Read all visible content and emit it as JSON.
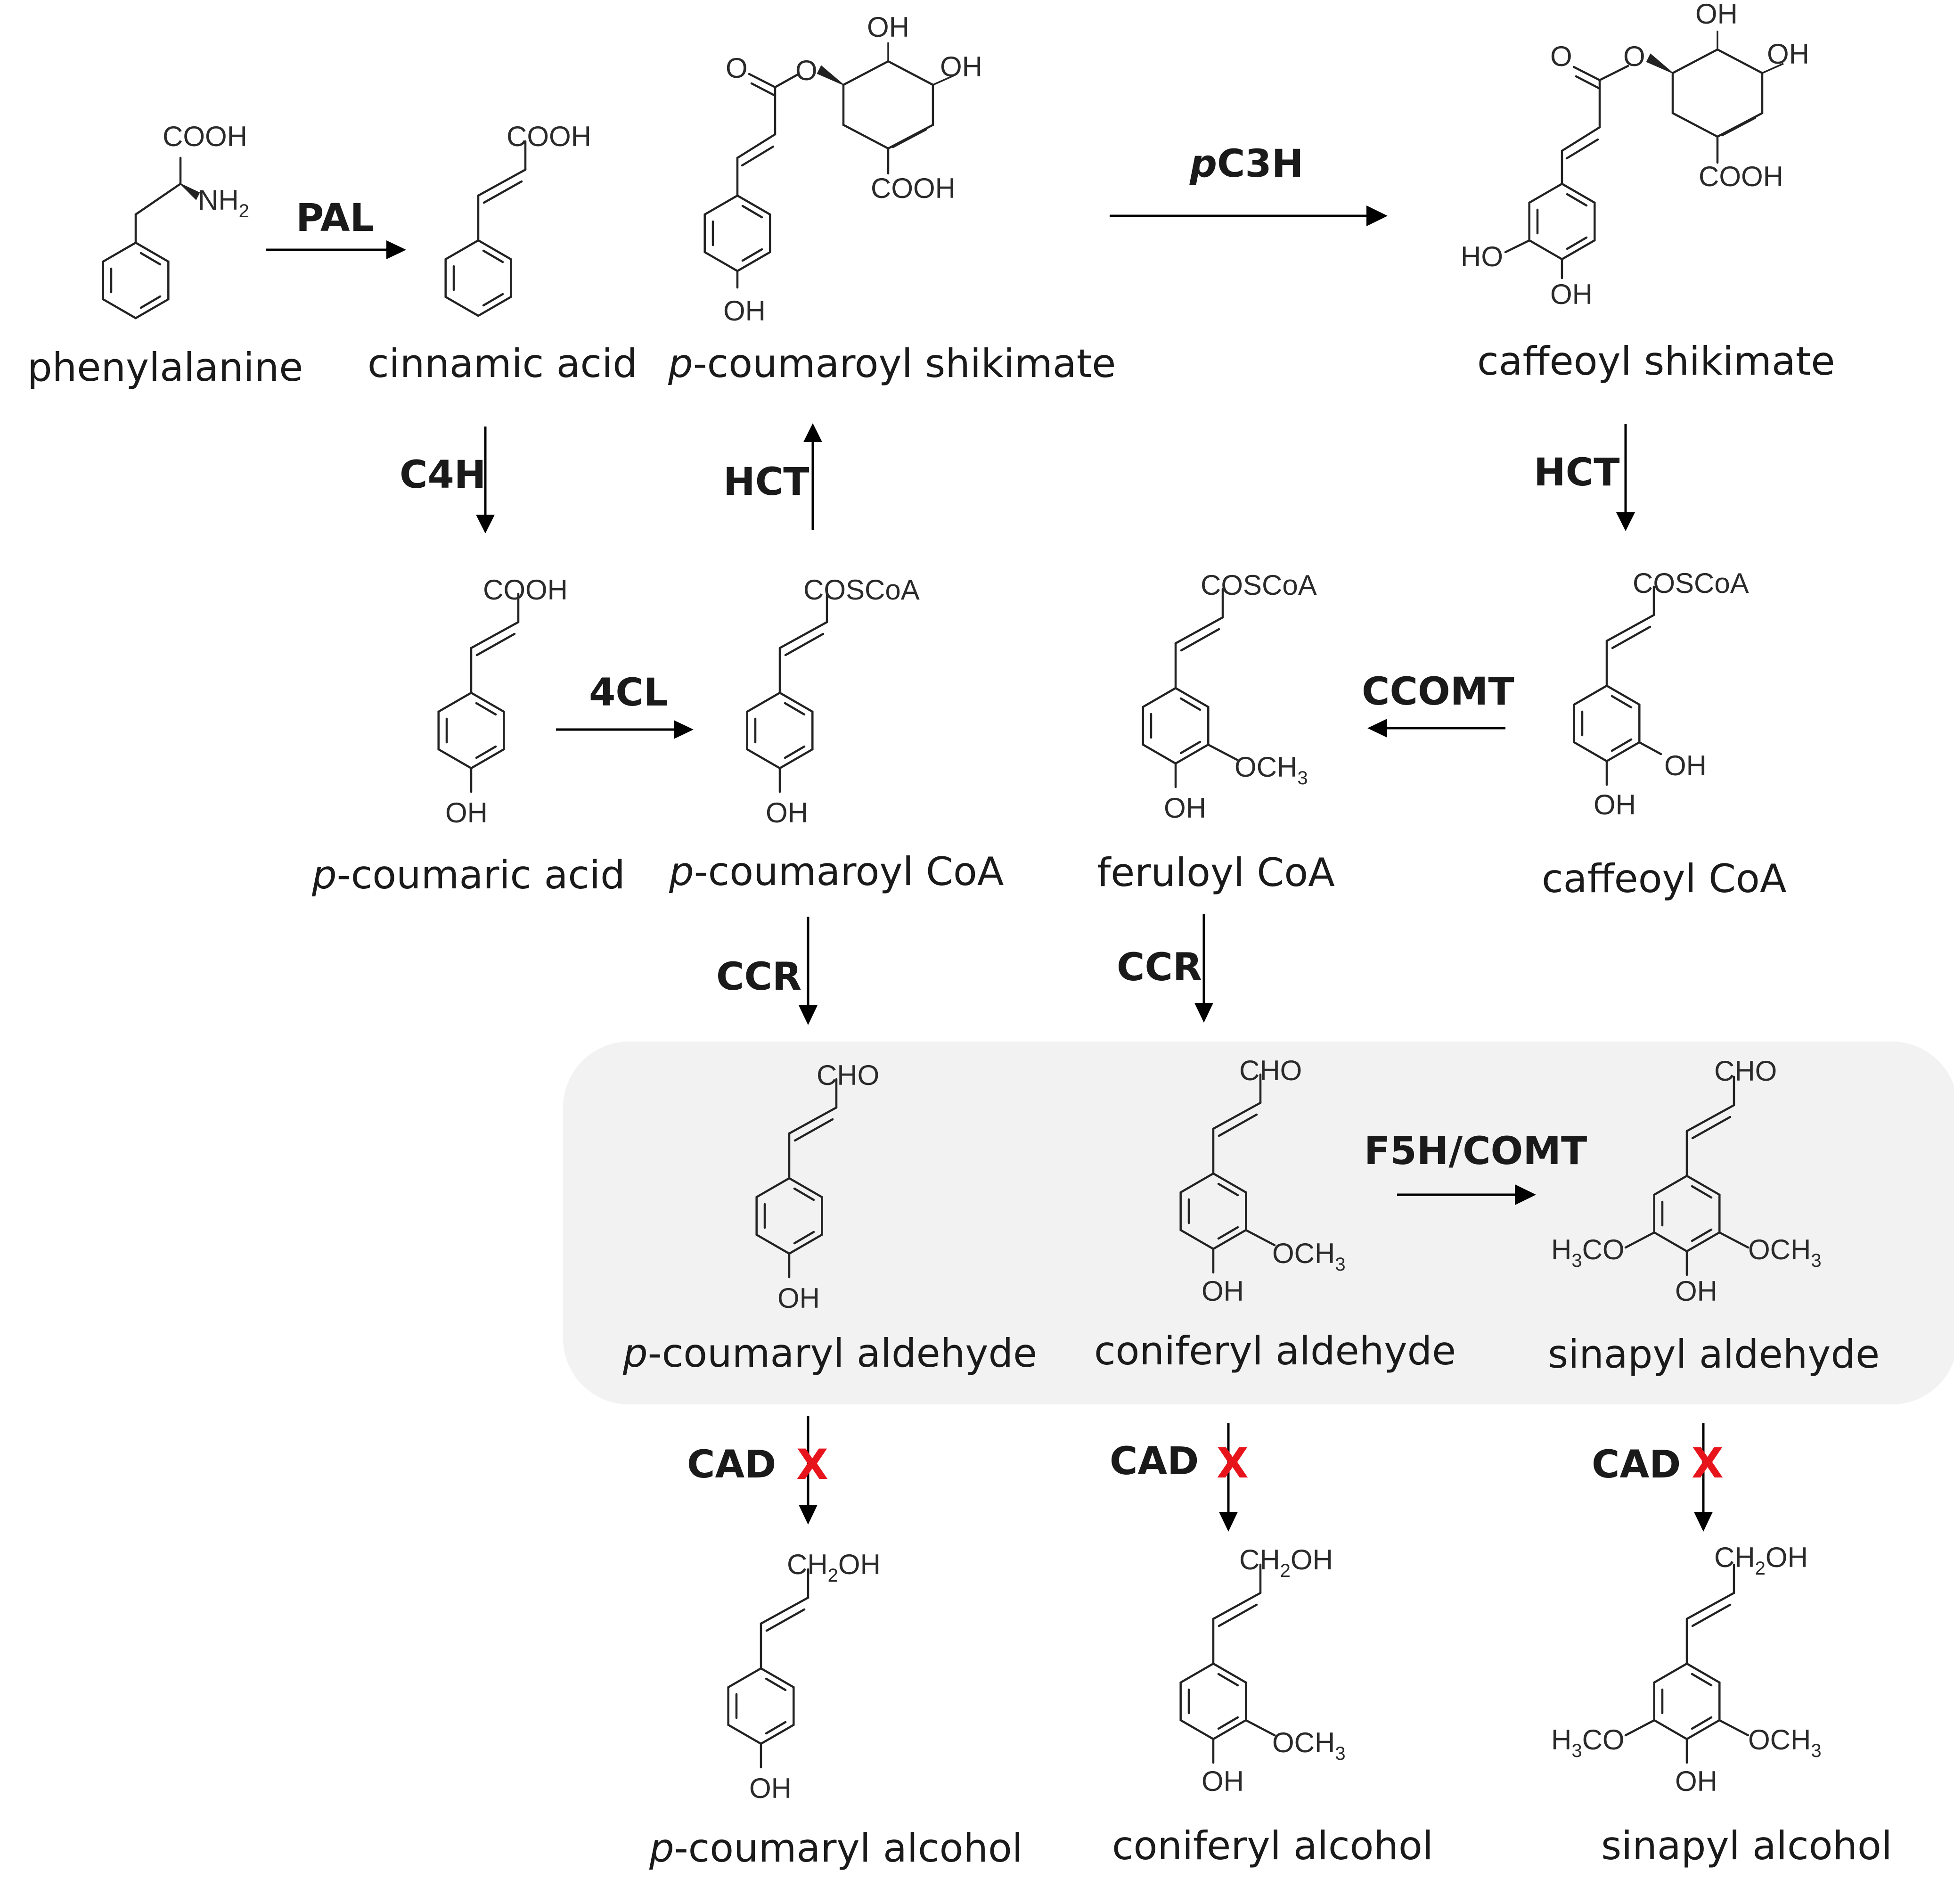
{
  "colors": {
    "highlight_panel": "#f1f2f1",
    "block_mark": "#e8141c",
    "line": "#000000",
    "text": "#1a1a1a"
  },
  "compounds": {
    "phenylalanine": {
      "name": "phenylalanine",
      "labels": [
        "COOH",
        "NH",
        "2"
      ]
    },
    "cinnamic_acid": {
      "name": "cinnamic acid",
      "labels": [
        "COOH"
      ]
    },
    "p_coumaroyl_shikimate": {
      "italic": "p",
      "name": "-coumaroyl shikimate",
      "labels": [
        "O",
        "O",
        "OH",
        "OH",
        "COOH",
        "OH"
      ]
    },
    "caffeoyl_shikimate": {
      "name": "caffeoyl shikimate",
      "labels": [
        "O",
        "O",
        "OH",
        "OH",
        "COOH",
        "HO",
        "OH"
      ]
    },
    "p_coumaric_acid": {
      "italic": "p",
      "name": "-coumaric acid",
      "labels": [
        "COOH",
        "OH"
      ]
    },
    "p_coumaroyl_coa": {
      "italic": "p",
      "name": "-coumaroyl CoA",
      "labels": [
        "COSCoA",
        "OH"
      ]
    },
    "feruloyl_coa": {
      "name": "feruloyl CoA",
      "labels": [
        "COSCoA",
        "OCH",
        "3",
        "OH"
      ]
    },
    "caffeoyl_coa": {
      "name": "caffeoyl CoA",
      "labels": [
        "COSCoA",
        "OH",
        "OH"
      ]
    },
    "p_coumaryl_aldehyde": {
      "italic": "p",
      "name": "-coumaryl aldehyde",
      "labels": [
        "CHO",
        "OH"
      ]
    },
    "coniferyl_aldehyde": {
      "name": "coniferyl aldehyde",
      "labels": [
        "CHO",
        "OCH",
        "3",
        "OH"
      ]
    },
    "sinapyl_aldehyde": {
      "name": "sinapyl aldehyde",
      "labels": [
        "CHO",
        "H",
        "3",
        "CO",
        "OCH",
        "3",
        "OH"
      ]
    },
    "p_coumaryl_alcohol": {
      "italic": "p",
      "name": "-coumaryl alcohol",
      "labels": [
        "CH",
        "2",
        "OH",
        "OH"
      ]
    },
    "coniferyl_alcohol": {
      "name": "coniferyl alcohol",
      "labels": [
        "CH",
        "2",
        "OH",
        "OCH",
        "3",
        "OH"
      ]
    },
    "sinapyl_alcohol": {
      "name": "sinapyl alcohol",
      "labels": [
        "CH",
        "2",
        "OH",
        "H",
        "3",
        "CO",
        "OCH",
        "3",
        "OH"
      ]
    }
  },
  "enzymes": {
    "pal": "PAL",
    "c4h": "C4H",
    "hct_up": "HCT",
    "pc3h_italic": "p",
    "pc3h": "C3H",
    "hct_down": "HCT",
    "fourcl": "4CL",
    "ccomt": "CCOMT",
    "ccr_1": "CCR",
    "ccr_2": "CCR",
    "f5h_comt": "F5H/COMT",
    "cad_1": "CAD",
    "cad_2": "CAD",
    "cad_3": "CAD"
  },
  "blocked_steps": {
    "mark": "X",
    "cad_1": "X",
    "cad_2": "X",
    "cad_3": "X"
  }
}
